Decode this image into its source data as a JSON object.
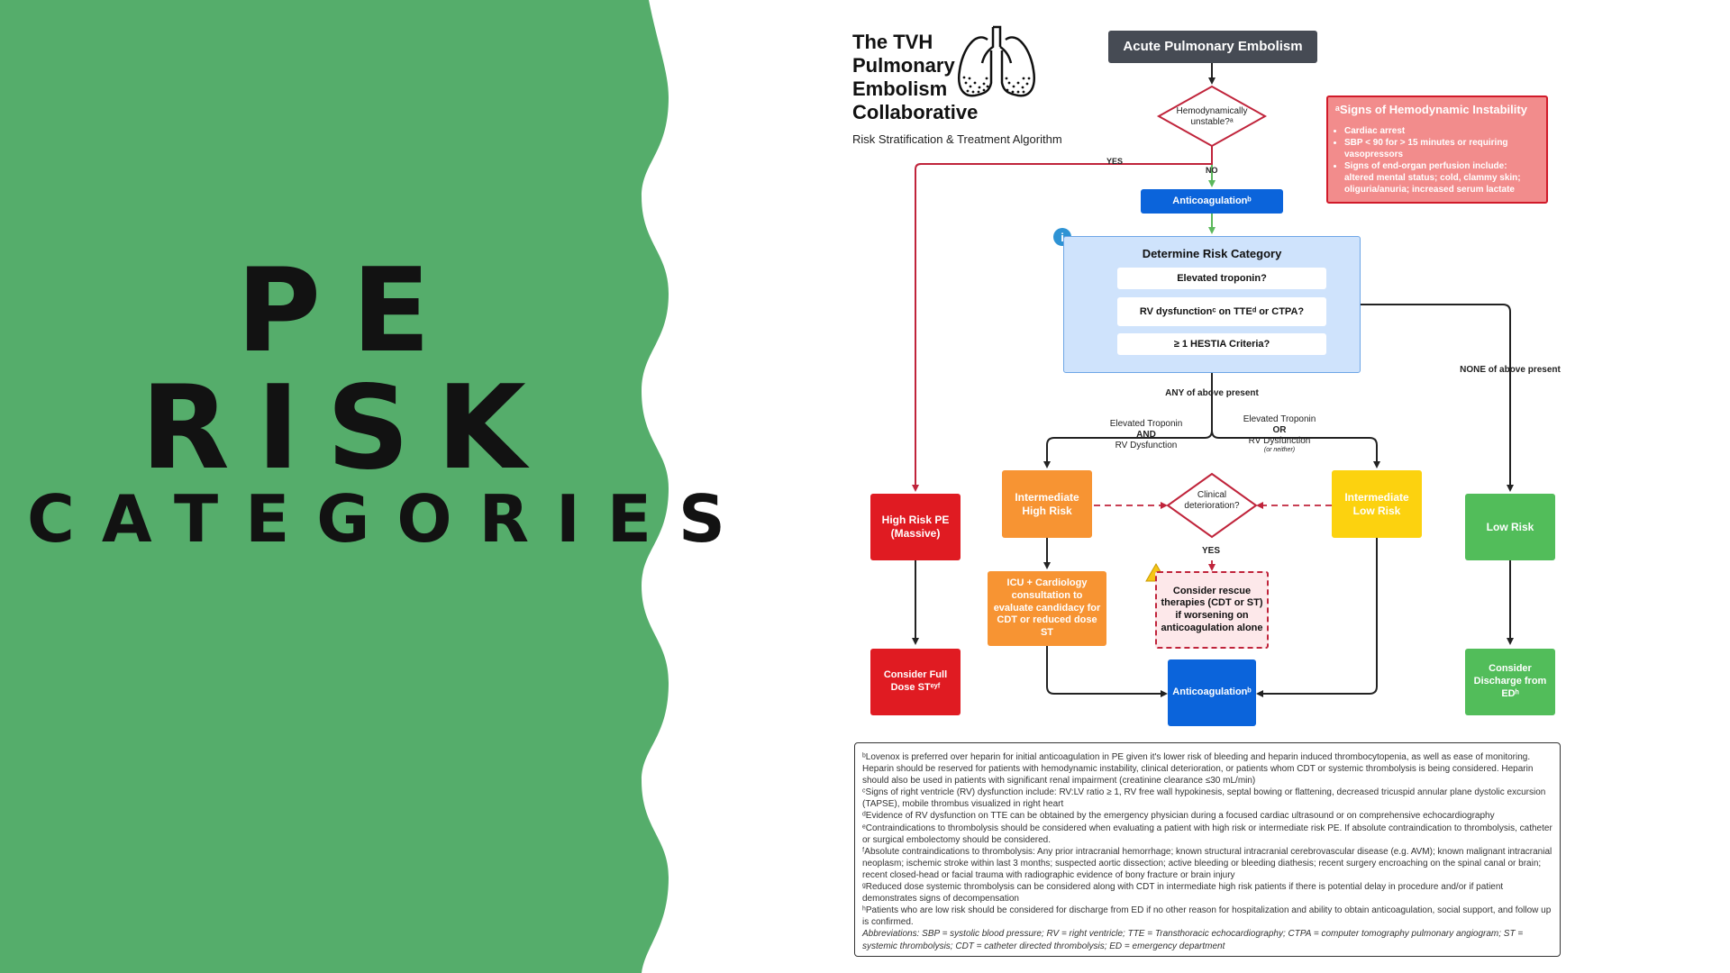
{
  "title": {
    "line1": "PE",
    "line2": "RISK",
    "line3": "CATEGORIES"
  },
  "colors": {
    "green": "#55ad6b",
    "red": "#e01b22",
    "orange": "#f79433",
    "yellow": "#fcd20f",
    "blue": "#0b64db",
    "box_green": "#52bd5a",
    "light_blue": "#cfe3fc"
  },
  "brand": {
    "line1": "The TVH",
    "line2": "Pulmonary",
    "line3": "Embolism",
    "line4": "Collaborative",
    "subtitle": "Risk Stratification & Treatment Algorithm",
    "logo_icon": "lungs-icon"
  },
  "flow": {
    "start": "Acute Pulmonary Embolism",
    "q_unstable": "Hemodynamically unstable?ᵃ",
    "yes_label": "YES",
    "no_label": "NO",
    "anticoag_top": "Anticoagulationᵇ",
    "info_icon": "info-icon",
    "risk_title": "Determine Risk Category",
    "risk_items": [
      "Elevated troponin?",
      "RV dysfunctionᶜ on TTEᵈ or CTPA?",
      "≥ 1 HESTIA Criteria?"
    ],
    "any_label": "ANY of above present",
    "none_label": "NONE of above present",
    "and_label": {
      "line1": "Elevated Troponin",
      "line2": "AND",
      "line3": "RV Dysfunction"
    },
    "or_label": {
      "line1": "Elevated Troponin",
      "line2": "OR",
      "line3": "RV Dysfunction",
      "line4": "(or neither)"
    },
    "high_risk": "High Risk PE (Massive)",
    "int_high": "Intermediate High Risk",
    "q_deterioration": "Clinical deterioration?",
    "int_low": "Intermediate Low Risk",
    "low_risk": "Low Risk",
    "yes2_label": "YES",
    "full_dose": "Consider Full Dose STᵉʸᶠ",
    "icu": "ICU + Cardiology consultation to evaluate candidacy for CDT or reduced dose ST",
    "warning_icon": "warning-icon",
    "rescue": "Consider rescue therapies (CDT or ST) if worsening on anticoagulation alone",
    "anticoag_bottom": "Anticoagulationᵇ",
    "discharge": "Consider Discharge from EDʰ"
  },
  "signs": {
    "title": "ᵃSigns of Hemodynamic Instability",
    "items": [
      "Cardiac arrest",
      "SBP < 90 for > 15 minutes or requiring vasopressors",
      "Signs of end-organ perfusion include: altered mental status; cold, clammy skin; oliguria/anuria; increased serum lactate"
    ]
  },
  "footnotes": {
    "b": "ᵇLovenox is preferred over heparin for initial anticoagulation in PE given it's lower risk of bleeding and heparin induced thrombocytopenia, as well as ease of monitoring. Heparin should be reserved for patients with hemodynamic instability, clinical deterioration, or patients whom CDT or systemic thrombolysis is being considered. Heparin should also be used in patients with significant renal impairment (creatinine clearance ≤30 mL/min)",
    "c": "ᶜSigns of right ventricle (RV) dysfunction include: RV:LV ratio ≥ 1, RV free wall hypokinesis, septal bowing or flattening, decreased tricuspid annular plane dystolic excursion (TAPSE), mobile thrombus visualized in right heart",
    "d": "ᵈEvidence of RV dysfunction on TTE can be obtained by the emergency physician during a focused cardiac ultrasound or on comprehensive echocardiography",
    "e": "ᵉContraindications to thrombolysis should be considered when evaluating a patient with high risk or intermediate risk PE. If absolute contraindication to thrombolysis, catheter or surgical embolectomy should be considered.",
    "f": "ᶠAbsolute contraindications to thrombolysis: Any prior intracranial hemorrhage; known structural intracranial cerebrovascular disease (e.g. AVM); known malignant intracranial neoplasm; ischemic stroke within last 3 months; suspected aortic dissection; active bleeding or bleeding diathesis; recent surgery encroaching on the spinal canal or brain; recent closed-head or facial trauma with radiographic evidence of bony fracture or brain injury",
    "g": "ᵍReduced dose systemic thrombolysis can be considered along with CDT in intermediate high risk patients if there is potential delay in procedure and/or if patient demonstrates signs of decompensation",
    "h": "ʰPatients who are low risk should be considered for discharge from ED if no other reason for hospitalization and ability to obtain anticoagulation, social support, and follow up is confirmed.",
    "abbreviations": "Abbreviations: SBP = systolic blood pressure; RV = right ventricle; TTE = Transthoracic echocardiography; CTPA = computer tomography pulmonary angiogram; ST = systemic thrombolysis; CDT = catheter directed thrombolysis; ED = emergency department"
  }
}
